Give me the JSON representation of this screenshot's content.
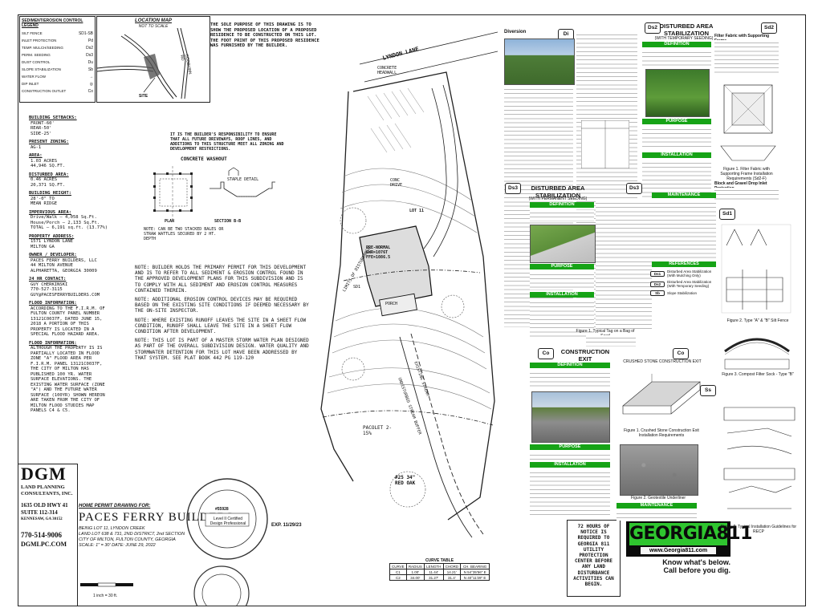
{
  "legend": {
    "title": "SEDIMENT/EROSION CONTROL LEGEND",
    "items": [
      {
        "label": "SILT FENCE",
        "sym": "SD1-SB"
      },
      {
        "label": "INLET PROTECTION",
        "sym": "Pd"
      },
      {
        "label": "TEMP. MULCH/SEEDING",
        "sym": "Ds2"
      },
      {
        "label": "PERM. SEEDING",
        "sym": "Ds3"
      },
      {
        "label": "DUST CONTROL",
        "sym": "Du"
      },
      {
        "label": "SLOPE STABILIZATION",
        "sym": "Sb"
      },
      {
        "label": "WATER FLOW",
        "sym": "→"
      },
      {
        "label": "DIP INLET",
        "sym": "◎"
      },
      {
        "label": "CONSTRUCTION OUTLET",
        "sym": "Co"
      }
    ]
  },
  "location_map": {
    "title": "LOCATION MAP",
    "subtitle": "NOT TO SCALE",
    "road": "COGBURN RD",
    "site_label": "SITE"
  },
  "top_note": "THE SOLE PURPOSE OF THIS DRAWING IS TO SHOW THE PROPOSED LOCATION OF A PROPOSED RESIDENCE TO BE CONSTRUCTED ON THIS LOT. THE FOOT PRINT OF THIS PROPOSED RESIDENCE WAS FURNISHED BY THE BUILDER.",
  "info": [
    {
      "h": "BUILDING SETBACKS:",
      "v": [
        "FRONT-60'",
        "REAR-50'",
        "SIDE-25'"
      ]
    },
    {
      "h": "PRESENT ZONING:",
      "v": [
        "AG-1"
      ]
    },
    {
      "h": "AREA:",
      "v": [
        "1.03 ACRES",
        "44,946 SQ.FT."
      ]
    },
    {
      "h": "DISTURBED AREA:",
      "v": [
        "0.46 ACRES",
        "20,371 SQ.FT."
      ]
    },
    {
      "h": "BUILDING HEIGHT:",
      "v": [
        "28'-0\" TO",
        "MEAN RIDGE"
      ]
    },
    {
      "h": "IMPERVIOUS AREA:",
      "v": [
        "Drive/Walk – 4,058 Sq.Ft.",
        "House/Porch – 2,133 Sq.Ft.",
        "TOTAL – 6,191 sq.ft. (13.77%)"
      ]
    },
    {
      "h": "PROPERTY ADDRESS:",
      "v": [
        "1571 LYNDON LANE",
        "MILTON GA"
      ]
    },
    {
      "h": "OWNER / DEVELOPER:",
      "v": [
        "PACES FERRY BUILDERS, LLC",
        "44 MILTON AVENUE",
        "ALPHARETTA, GEORGIA 30009"
      ]
    },
    {
      "h": "24 HR CONTACT:",
      "v": [
        "GUY CHERKINSKI",
        "770-527-3115",
        "GUY@PACESFERRYBUILDERS.COM"
      ]
    },
    {
      "h": "FLOOD INFORMATION:",
      "v": [
        "ACCORDING TO THE F.I.R.M. OF FULTON COUNTY PANEL NUMBER 13121C0037F, DATED JUNE 15, 2018 A PORTION OF THIS PROPERTY IS LOCATED IN A SPECIAL FLOOD HAZARD AREA."
      ]
    },
    {
      "h": "FLOOD INFORMATION:",
      "v": [
        "ALTHOUGH THE PROPERTY IS IS PARTIALLY LOCATED IN FLOOD ZONE \"A\" FLOOD AREA PER F.I.R.M. PANEL 13121C0037F, THE CITY OF MILTON HAS PUBLISHED 100 YR. WATER SURFACE ELEVATIONS. THE EXISTING WATER SURFACE (ZONE \"A\") AND THE FUTURE WATER SURFACE (100YR) SHOWN HEREON ARE TAKEN FROM THE CITY OF MILTON FLOOD STUDIES MAP PANELS C4 & C5."
      ]
    }
  ],
  "washout": {
    "title": "CONCRETE WASHOUT",
    "plan": "PLAN",
    "section": "SECTION B-B",
    "staple": "STAPLE DETAIL",
    "note": "NOTE: CAN BE TWO STACKED BALES OR STRAW WATTLES SECURED BY 2 HT. DEPTH"
  },
  "responsibility": "IT IS THE BUILDER'S RESPONSIBILITY TO ENSURE THAT ALL FUTURE DRIVEWAYS, ROOF LINES, AND ADDITIONS TO THIS STRUCTURE MEET ALL ZONING AND DEVELOPMENT RESTRICTIONS.",
  "notes": [
    "NOTE: BUILDER HOLDS THE PRIMARY PERMIT FOR THIS DEVELOPMENT AND IS TO REFER TO ALL SEDIMENT & EROSION CONTROL FOUND IN THE APPROVED DEVELOPMENT PLANS FOR THIS SUBDIVISION AND IS TO COMPLY WITH ALL SEDIMENT AND EROSION CONTROL MEASURES CONTAINED THEREIN.",
    "NOTE: ADDITIONAL EROSION CONTROL DEVICES MAY BE REQUIRED BASED ON THE EXISTING SITE CONDITIONS IF DEEMED NECESSARY BY THE ON-SITE INSPECTOR.",
    "NOTE: WHERE EXISTING RUNOFF LEAVES THE SITE IN A SHEET FLOW CONDITION, RUNOFF SHALL LEAVE THE SITE IN A SHEET FLOW CONDITION AFTER DEVELOPMENT.",
    "NOTE: THIS LOT IS PART OF A MASTER STORM WATER PLAN DESIGNED AS PART OF THE OVERALL SUBDIVISION DESIGN. WATER QUALITY AND STORMWATER DETENTION FOR THIS LOT HAVE BEEN ADDRESSED BY THAT SYSTEM. SEE PLAT BOOK 442 PG 119-120"
  ],
  "logo": {
    "name": "DGM",
    "line1": "LAND PLANNING",
    "line2": "CONSULTANTS, INC.",
    "addr1": "1635 OLD HWY 41",
    "addr2": "SUITE 112-314",
    "addr3": "KENNESAW, GA 30152",
    "phone": "770-514-9006",
    "web": "DGMLPC.COM"
  },
  "title_block": {
    "label": "HOME PERMIT DRAWING FOR:",
    "name": "PACES FERRY BUILDERS",
    "details": [
      "BEING LOT 11, LYNDON CREEK",
      "LAND LOT 638 & 731, 2ND DISTRICT, 2nd SECTION",
      "CITY OF MILTON, FULTON COUNTY, GEORGIA",
      "SCALE: 1\" = 30'   DATE: JUNE 29, 2022"
    ],
    "scale": "1 inch = 30 ft."
  },
  "seal": {
    "number": "#55928",
    "text": "Level II Certified Design Professional",
    "exp": "EXP. 11/29/23"
  },
  "site": {
    "road": "LYNDON LANE",
    "headwall": "CONCRETE HEADWALL",
    "drive": "CONC DRIVE",
    "residence": "PRE-NORMAL GWR=1076T FFE=1086.5",
    "porch": "PORCH",
    "lot": "LOT 11",
    "parcel": "PACOLET 2-15%",
    "oak": "#25 34\" RED OAK",
    "buffer": "UNDISTURBED STREAM BUFFER",
    "stream": "EXISTING STREAM",
    "silt": "SD1",
    "limit": "LIMITS OF DISTURBANCE"
  },
  "curve_table": {
    "title": "CURVE TABLE",
    "headers": [
      "CURVE",
      "RADIUS",
      "LENGTH",
      "CHORD",
      "CH. BEARING"
    ],
    "rows": [
      [
        "C1",
        "1.00'",
        "11.44'",
        "14.21'",
        "N 54°35'56\" E"
      ],
      [
        "C2",
        "34.00'",
        "31.27'",
        "31.4'",
        "N 40°11'29\" E"
      ]
    ]
  },
  "notice811": "72 HOURS OF NOTICE IS REQUIRED TO GEORGIA 811 UTILITY PROTECTION CENTER BEFORE ANY LAND DISTURBANCE ACTIVITIES CAN BEGIN.",
  "ga811": {
    "brand": "GEORGIA811",
    "url": "www.Georgia811.com",
    "tag1": "Know what's below.",
    "tag2": "Call before you dig."
  },
  "details": {
    "di": {
      "code": "Di",
      "title": "Diversion"
    },
    "ds2": {
      "code": "Ds2",
      "title": "DISTURBED AREA STABILIZATION",
      "sub": "(WITH TEMPORARY SEEDING)",
      "sections": [
        "DEFINITION",
        "PURPOSE",
        "INSTALLATION"
      ]
    },
    "sd2": {
      "code": "Sd2",
      "title": "Filter Fabric with Supporting Frame",
      "fig": "Figure 1. Filter Fabric with Supporting Frame Installation Requirements (Sd2-F)",
      "extra": "Block and Gravel Drop Inlet Protection"
    },
    "ds3": {
      "code": "Ds3",
      "title": "DISTURBED AREA STABILIZATION",
      "sub": "(WITH PERMANENT SEEDING)",
      "sections": [
        "DEFINITION",
        "PURPOSE",
        "INSTALLATION"
      ],
      "fig": "Figure 1. Typical Tag on a Bag of Seed"
    },
    "maint": {
      "title": "MAINTENANCE",
      "refs": "REFERENCES",
      "items": [
        "Disturbed Area Stabilization (With Mulching Only)",
        "Disturbed Area Stabilization (With Temporary Seeding)",
        "Slope Stabilization"
      ],
      "codes": [
        "Ds1",
        "Ds2",
        "Sb"
      ]
    },
    "sd1": {
      "code": "Sd1",
      "fig2": "Figure 2. Type \"A\" & \"B\" Silt Fence",
      "fig3": "Figure 3. Compost Filter Sock - Type \"B\""
    },
    "co": {
      "code": "Co",
      "title": "CONSTRUCTION EXIT",
      "sections": [
        "DEFINITION",
        "PURPOSE",
        "INSTALLATION",
        "MAINTENANCE"
      ],
      "fig1": "Figure 1. Crushed Stone Construction Exit Installation Requirements",
      "fig2": "Figure 2. Geotextile Underliner",
      "cap": "CRUSHED STONE CONSTRUCTION EXIT"
    },
    "ss": {
      "code": "Ss",
      "fig": "Figure 2. Typical Installation Guidelines for RECP"
    }
  },
  "colors": {
    "green": "#16a316",
    "brand811": "#2fc52f"
  }
}
